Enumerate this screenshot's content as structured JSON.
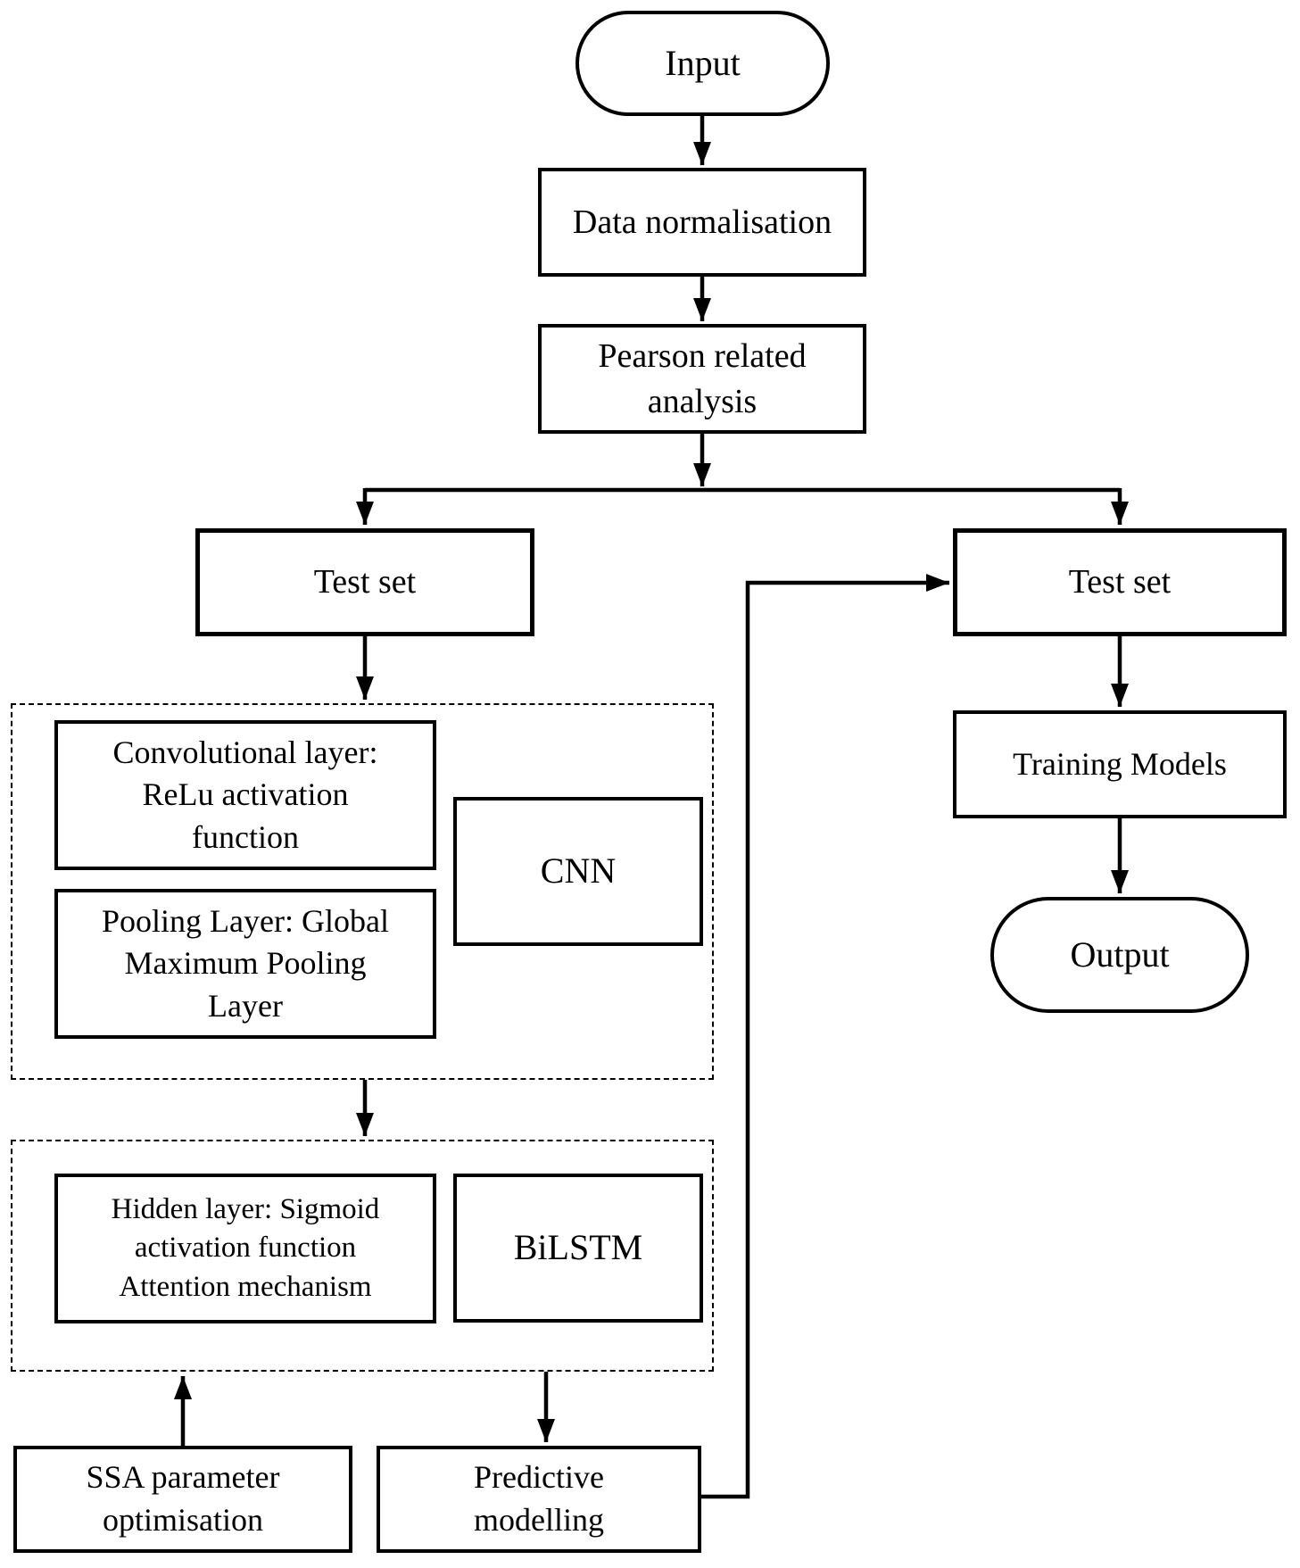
{
  "colors": {
    "ink": "#000000",
    "paper": "#ffffff"
  },
  "nodes": {
    "input": {
      "label": "Input"
    },
    "data_normalisation": {
      "label": "Data normalisation"
    },
    "pearson_analysis": {
      "label": "Pearson related\nanalysis"
    },
    "test_set_left": {
      "label": "Test set"
    },
    "test_set_right": {
      "label": "Test set"
    },
    "conv_layer": {
      "label": "Convolutional layer:\nReLu activation\nfunction"
    },
    "pooling_layer": {
      "label": "Pooling Layer: Global\nMaximum Pooling\nLayer"
    },
    "cnn": {
      "label": "CNN"
    },
    "hidden_layer": {
      "label": "Hidden layer: Sigmoid\nactivation function\nAttention mechanism"
    },
    "bilstm": {
      "label": "BiLSTM"
    },
    "ssa": {
      "label": "SSA parameter\noptimisation"
    },
    "predictive": {
      "label": "Predictive\nmodelling"
    },
    "training_models": {
      "label": "Training Models"
    },
    "output": {
      "label": "Output"
    }
  },
  "edges": [
    "input -> data_normalisation",
    "data_normalisation -> pearson_analysis",
    "pearson_analysis -> test_set_left",
    "pearson_analysis -> test_set_right",
    "test_set_left -> cnn_group",
    "cnn_group -> bilstm_group",
    "ssa -> bilstm_group",
    "bilstm_group -> predictive",
    "predictive -> test_set_right",
    "test_set_right -> training_models",
    "training_models -> output"
  ]
}
